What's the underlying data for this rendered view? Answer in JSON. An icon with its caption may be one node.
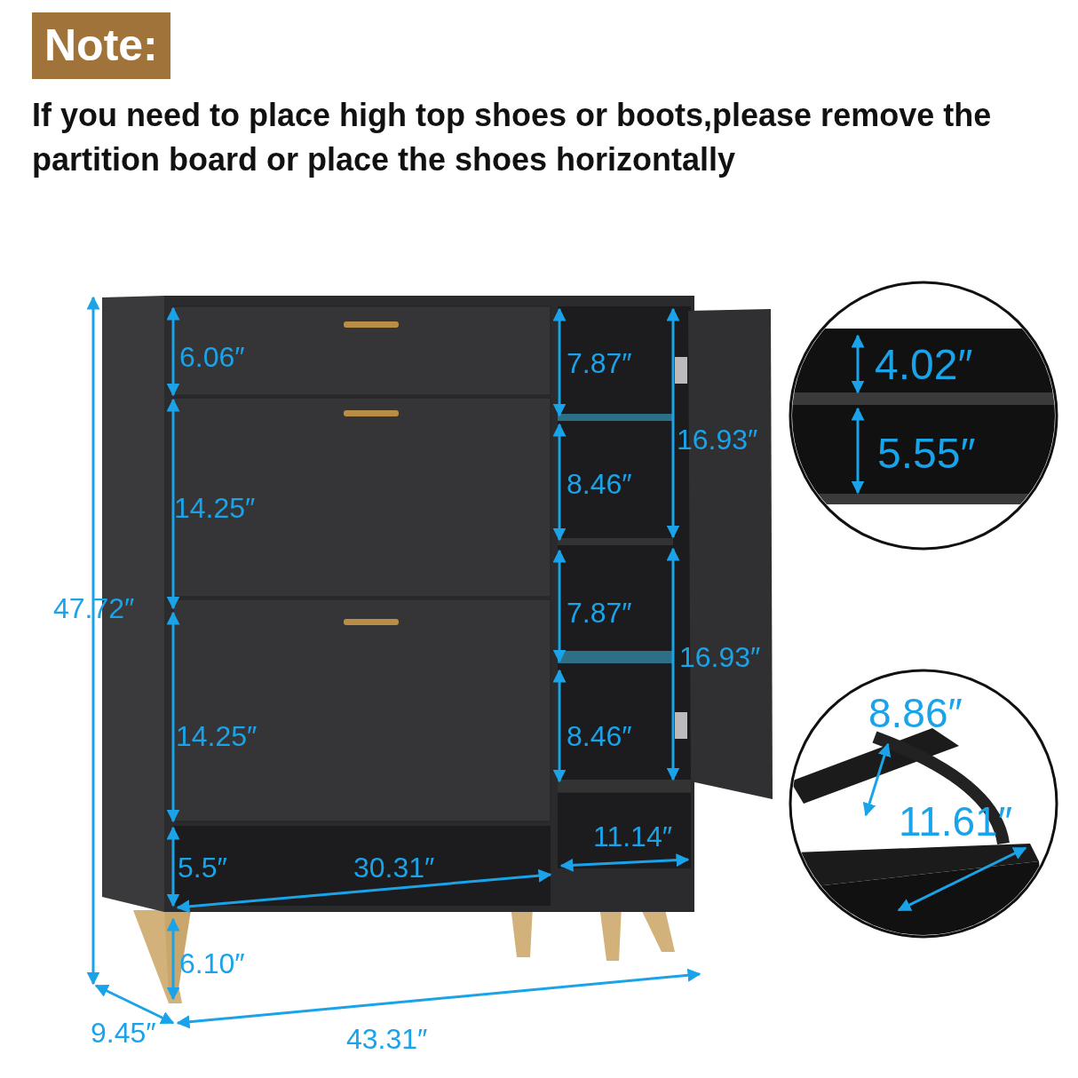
{
  "diagram": {
    "labels": [
      "Note:",
      "If you need to place high top shoes or boots,please remove the partition board or place the shoes horizontally",
      "6.06″",
      "7.87″",
      "4.02″",
      "16.93″",
      "5.55″",
      "8.46″",
      "14.25″",
      "47.72″",
      "7.87″",
      "16.93″",
      "8.86″",
      "14.25″",
      "8.46″",
      "11.14″",
      "11.61″",
      "5.5″",
      "30.31″",
      "6.10″",
      "9.45″",
      "43.31″"
    ]
  }
}
